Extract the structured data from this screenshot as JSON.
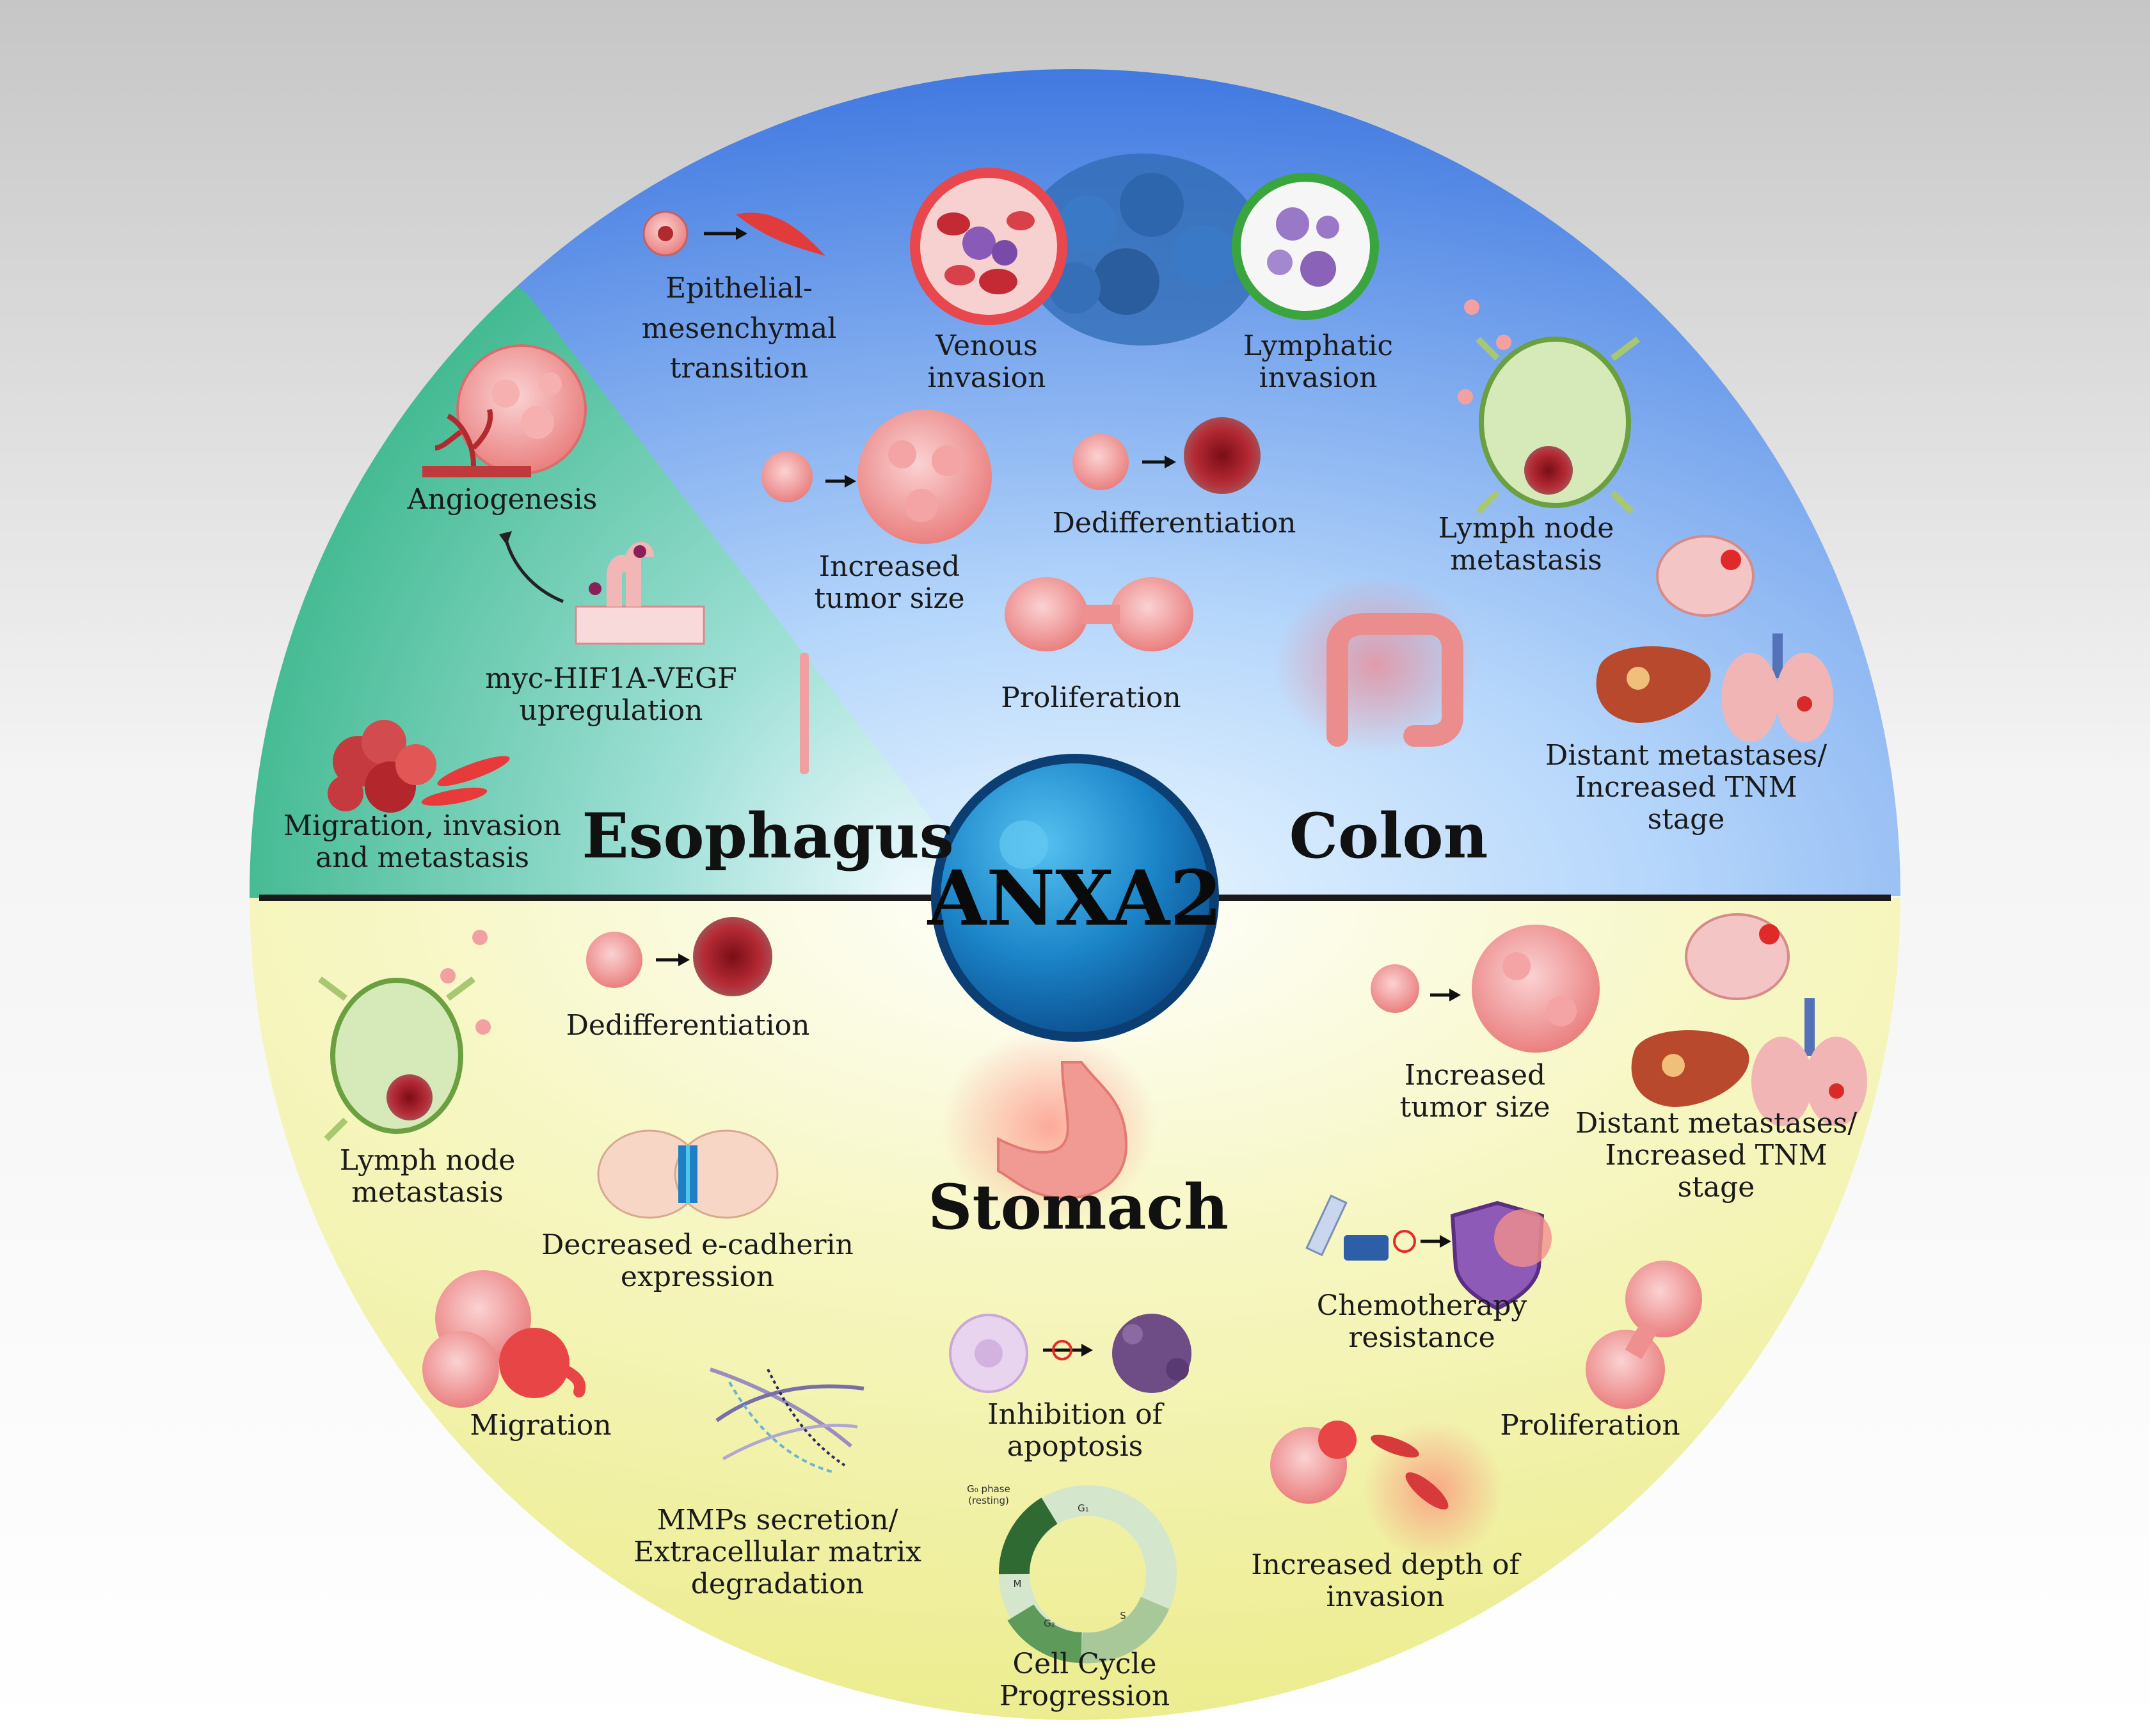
{
  "center_label": "ANXA2",
  "organs": {
    "esophagus": "Esophagus",
    "colon": "Colon",
    "stomach": "Stomach"
  },
  "esophagus_items": {
    "angiogenesis": "Angiogenesis",
    "myc": [
      "myc-HIF1A-VEGF",
      "upregulation"
    ],
    "migration": [
      "Migration, invasion",
      "and metastasis"
    ]
  },
  "colon_items": {
    "emt": [
      "Epithelial-",
      "mesenchymal",
      "transition"
    ],
    "venous": [
      "Venous",
      "invasion"
    ],
    "lymphatic": [
      "Lymphatic",
      "invasion"
    ],
    "tumor_size": [
      "Increased",
      "tumor size"
    ],
    "dediff": "Dedifferentiation",
    "proliferation": "Proliferation",
    "lymph_node": [
      "Lymph node",
      "metastasis"
    ],
    "distant": [
      "Distant metastases/",
      "Increased TNM",
      "stage"
    ]
  },
  "stomach_items": {
    "dediff": "Dedifferentiation",
    "lymph_node": [
      "Lymph node",
      "metastasis"
    ],
    "ecadherin": [
      "Decreased e-cadherin",
      "expression"
    ],
    "migration": "Migration",
    "mmps": [
      "MMPs secretion/",
      "Extracellular matrix",
      "degradation"
    ],
    "apoptosis": [
      "Inhibition of",
      "apoptosis"
    ],
    "cell_cycle": [
      "Cell Cycle",
      "Progression"
    ],
    "tumor_size": [
      "Increased",
      "tumor size"
    ],
    "distant": [
      "Distant metastases/",
      "Increased TNM",
      "stage"
    ],
    "chemo": [
      "Chemotherapy",
      "resistance"
    ],
    "proliferation": "Proliferation",
    "depth": [
      "Increased depth of",
      "invasion"
    ]
  },
  "cell_cycle_phases": {
    "g0": "G₀ phase",
    "g0_note": "(resting)",
    "g1": "G₁",
    "s": "S",
    "g2": "G₂",
    "m": "M"
  },
  "colors": {
    "colon_blue": "#4f86e4",
    "esophagus_green": "#4cc19e",
    "stomach_yellow": "#f1f1a0",
    "anxa2_blue": "#1f7fc4",
    "cell_pink": "#f08c8c",
    "tumor_dark_red": "#8a1a24"
  }
}
